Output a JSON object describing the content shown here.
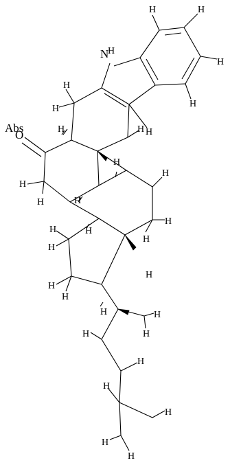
{
  "structure": {
    "atoms": {
      "nh": "N",
      "nh_h": "H",
      "carbonyl_o": "O",
      "abs_label": "Abs",
      "hydrogen": "H"
    }
  },
  "colors": {
    "ink": "#000000",
    "background": "#ffffff"
  }
}
